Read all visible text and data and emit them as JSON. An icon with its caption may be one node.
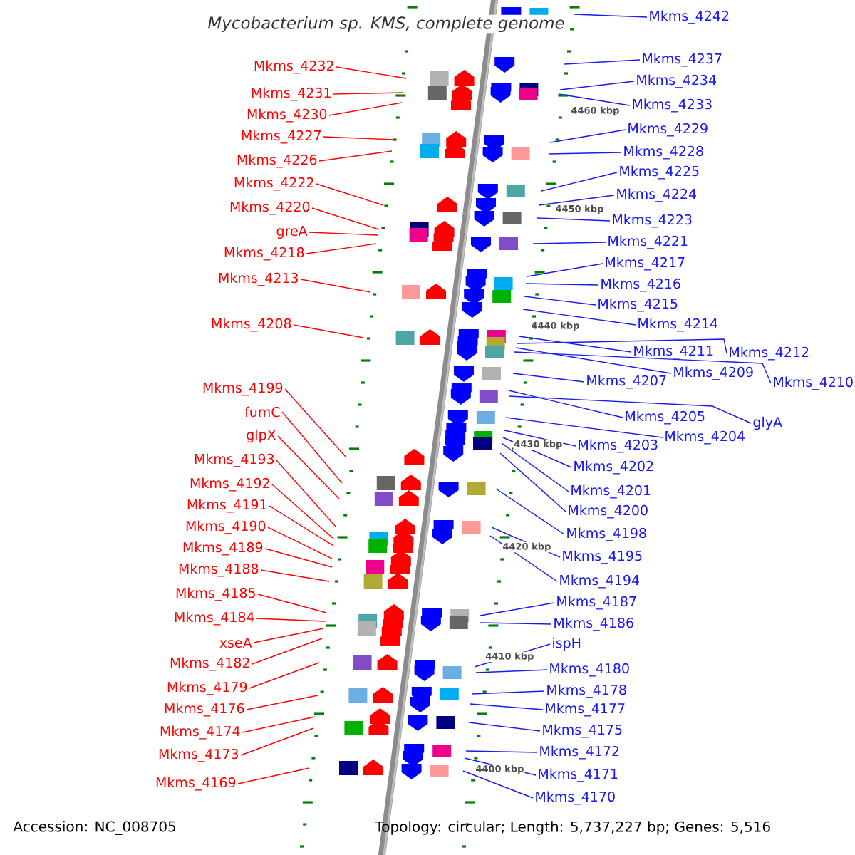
{
  "diagram": {
    "title": "Mycobacterium sp. KMS, complete genome",
    "nodes": [
      {
        "text": [
          "Mkms_4232"
        ]
      },
      {
        "text": [
          "Mkms_4231"
        ]
      },
      {
        "text": [
          "Mkms_4230"
        ]
      },
      {
        "text": [
          "Mkms_4227"
        ]
      },
      {
        "text": [
          "Mkms_4226"
        ]
      },
      {
        "text": [
          "Mkms_4222"
        ]
      },
      {
        "text": [
          "Mkms_4220"
        ]
      },
      {
        "text": [
          "greA"
        ]
      },
      {
        "text": [
          "Mkms_4218"
        ]
      },
      {
        "text": [
          "Mkms_4213"
        ]
      },
      {
        "text": [
          "Mkms_4208"
        ]
      },
      {
        "text": [
          "Mkms_4199"
        ]
      },
      {
        "text": [
          "fumC"
        ]
      },
      {
        "text": [
          "glpX"
        ]
      },
      {
        "text": [
          "Mkms_4193"
        ]
      },
      {
        "text": [
          "Mkms_4192"
        ]
      },
      {
        "text": [
          "Mkms_4191"
        ]
      },
      {
        "text": [
          "Mkms_4190"
        ]
      },
      {
        "text": [
          "Mkms_4189"
        ]
      },
      {
        "text": [
          "Mkms_4188"
        ]
      },
      {
        "text": [
          "Mkms_4185"
        ]
      },
      {
        "text": [
          "Mkms_4184"
        ]
      },
      {
        "text": [
          "xseA"
        ]
      },
      {
        "text": [
          "Mkms_4182"
        ]
      },
      {
        "text": [
          "Mkms_4179"
        ]
      },
      {
        "text": [
          "Mkms_4176"
        ]
      },
      {
        "text": [
          "Mkms_4174"
        ]
      },
      {
        "text": [
          "Mkms_4173"
        ]
      },
      {
        "text": [
          "Mkms_4169"
        ]
      },
      {
        "text": [
          "Mkms_4242"
        ]
      },
      {
        "text": [
          "Mkms_4237"
        ]
      },
      {
        "text": [
          "Mkms_4234"
        ]
      },
      {
        "text": [
          "Mkms_4233"
        ]
      },
      {
        "text": [
          "Mkms_4229"
        ]
      },
      {
        "text": [
          "Mkms_4228"
        ]
      },
      {
        "text": [
          "Mkms_4225"
        ]
      },
      {
        "text": [
          "Mkms_4224"
        ]
      },
      {
        "text": [
          "Mkms_4223"
        ]
      },
      {
        "text": [
          "Mkms_4221"
        ]
      },
      {
        "text": [
          "Mkms_4217"
        ]
      },
      {
        "text": [
          "Mkms_4216"
        ]
      },
      {
        "text": [
          "Mkms_4215"
        ]
      },
      {
        "text": [
          "Mkms_4214"
        ]
      },
      {
        "text": [
          "Mkms_4211"
        ]
      },
      {
        "text": [
          "Mkms_4212"
        ]
      },
      {
        "text": [
          "Mkms_4209"
        ]
      },
      {
        "text": [
          "Mkms_4210"
        ]
      },
      {
        "text": [
          "Mkms_4207"
        ]
      },
      {
        "text": [
          "Mkms_4205"
        ]
      },
      {
        "text": [
          "glyA"
        ]
      },
      {
        "text": [
          "Mkms_4204"
        ]
      },
      {
        "text": [
          "Mkms_4203"
        ]
      },
      {
        "text": [
          "Mkms_4202"
        ]
      },
      {
        "text": [
          "Mkms_4201"
        ]
      },
      {
        "text": [
          "Mkms_4200"
        ]
      },
      {
        "text": [
          "Mkms_4198"
        ]
      },
      {
        "text": [
          "Mkms_4195"
        ]
      },
      {
        "text": [
          "Mkms_4194"
        ]
      },
      {
        "text": [
          "Mkms_4187"
        ]
      },
      {
        "text": [
          "Mkms_4186"
        ]
      },
      {
        "text": [
          "ispH"
        ]
      },
      {
        "text": [
          "Mkms_4180"
        ]
      },
      {
        "text": [
          "Mkms_4178"
        ]
      },
      {
        "text": [
          "Mkms_4177"
        ]
      },
      {
        "text": [
          "Mkms_4175"
        ]
      },
      {
        "text": [
          "Mkms_4172"
        ]
      },
      {
        "text": [
          "Mkms_4171"
        ]
      },
      {
        "text": [
          "Mkms_4170"
        ]
      }
    ],
    "edges": [
      {
        "from": 0,
        "to": null,
        "arrow": "none",
        "color": "#ff0000"
      },
      {
        "from": 1,
        "to": null,
        "arrow": "none",
        "color": "#ff0000"
      },
      {
        "from": 2,
        "to": null,
        "arrow": "none",
        "color": "#ff0000"
      },
      {
        "from": 3,
        "to": null,
        "arrow": "none",
        "color": "#ff0000"
      },
      {
        "from": 4,
        "to": null,
        "arrow": "none",
        "color": "#ff0000"
      },
      {
        "from": 5,
        "to": null,
        "arrow": "none",
        "color": "#ff0000"
      },
      {
        "from": 6,
        "to": null,
        "arrow": "none",
        "color": "#ff0000"
      },
      {
        "from": 7,
        "to": null,
        "arrow": "none",
        "color": "#ff0000"
      },
      {
        "from": 8,
        "to": null,
        "arrow": "none",
        "color": "#ff0000"
      },
      {
        "from": 9,
        "to": null,
        "arrow": "none",
        "color": "#ff0000"
      },
      {
        "from": 10,
        "to": null,
        "arrow": "none",
        "color": "#ff0000"
      },
      {
        "from": 11,
        "to": null,
        "arrow": "none",
        "color": "#ff0000"
      },
      {
        "from": 12,
        "to": null,
        "arrow": "none",
        "color": "#ff0000"
      },
      {
        "from": 13,
        "to": null,
        "arrow": "none",
        "color": "#ff0000"
      },
      {
        "from": 14,
        "to": null,
        "arrow": "none",
        "color": "#ff0000"
      },
      {
        "from": 15,
        "to": null,
        "arrow": "none",
        "color": "#ff0000"
      },
      {
        "from": 16,
        "to": null,
        "arrow": "none",
        "color": "#ff0000"
      },
      {
        "from": 17,
        "to": null,
        "arrow": "none",
        "color": "#ff0000"
      },
      {
        "from": 18,
        "to": null,
        "arrow": "none",
        "color": "#ff0000"
      },
      {
        "from": 19,
        "to": null,
        "arrow": "none",
        "color": "#ff0000"
      },
      {
        "from": 20,
        "to": null,
        "arrow": "none",
        "color": "#ff0000"
      },
      {
        "from": 21,
        "to": null,
        "arrow": "none",
        "color": "#ff0000"
      },
      {
        "from": 22,
        "to": null,
        "arrow": "none",
        "color": "#ff0000"
      },
      {
        "from": 23,
        "to": null,
        "arrow": "none",
        "color": "#ff0000"
      },
      {
        "from": 24,
        "to": null,
        "arrow": "none",
        "color": "#ff0000"
      },
      {
        "from": 25,
        "to": null,
        "arrow": "none",
        "color": "#ff0000"
      },
      {
        "from": 26,
        "to": null,
        "arrow": "none",
        "color": "#ff0000"
      },
      {
        "from": 27,
        "to": null,
        "arrow": "none",
        "color": "#ff0000"
      },
      {
        "from": 28,
        "to": null,
        "arrow": "none",
        "color": "#ff0000"
      },
      {
        "from": 29,
        "to": null,
        "arrow": "none"
      },
      {
        "from": 30,
        "to": null,
        "arrow": "none"
      },
      {
        "from": 31,
        "to": null,
        "arrow": "none"
      },
      {
        "from": 32,
        "to": null,
        "arrow": "none"
      },
      {
        "from": 33,
        "to": null,
        "arrow": "none"
      },
      {
        "from": 34,
        "to": null,
        "arrow": "none"
      },
      {
        "from": 35,
        "to": null,
        "arrow": "none"
      },
      {
        "from": 36,
        "to": null,
        "arrow": "none"
      },
      {
        "from": 37,
        "to": null,
        "arrow": "none"
      },
      {
        "from": 38,
        "to": null,
        "arrow": "none"
      },
      {
        "from": 39,
        "to": null,
        "arrow": "none"
      },
      {
        "from": 40,
        "to": null,
        "arrow": "none"
      },
      {
        "from": 41,
        "to": null,
        "arrow": "none"
      },
      {
        "from": 42,
        "to": null,
        "arrow": "none"
      },
      {
        "from": 43,
        "to": null,
        "arrow": "none"
      },
      {
        "from": 44,
        "to": null,
        "arrow": "none"
      },
      {
        "from": 45,
        "to": null,
        "arrow": "none"
      },
      {
        "from": 46,
        "to": null,
        "arrow": "none"
      },
      {
        "from": 47,
        "to": null,
        "arrow": "none"
      },
      {
        "from": 48,
        "to": null,
        "arrow": "none"
      },
      {
        "from": 49,
        "to": null,
        "arrow": "none"
      },
      {
        "from": 50,
        "to": null,
        "arrow": "none"
      },
      {
        "from": 51,
        "to": null,
        "arrow": "none"
      },
      {
        "from": 52,
        "to": null,
        "arrow": "none"
      },
      {
        "from": 53,
        "to": null,
        "arrow": "none"
      },
      {
        "from": 54,
        "to": null,
        "arrow": "none"
      },
      {
        "from": 55,
        "to": null,
        "arrow": "none"
      },
      {
        "from": 56,
        "to": null,
        "arrow": "none"
      },
      {
        "from": 57,
        "to": null,
        "arrow": "none"
      },
      {
        "from": 58,
        "to": null,
        "arrow": "none"
      },
      {
        "from": 59,
        "to": null,
        "arrow": "none"
      },
      {
        "from": 60,
        "to": null,
        "arrow": "none"
      },
      {
        "from": 61,
        "to": null,
        "arrow": "none"
      },
      {
        "from": 62,
        "to": null,
        "arrow": "none"
      },
      {
        "from": 63,
        "to": null,
        "arrow": "none"
      },
      {
        "from": 64,
        "to": null,
        "arrow": "none"
      },
      {
        "from": 65,
        "to": null,
        "arrow": "none"
      },
      {
        "from": 66,
        "to": null,
        "arrow": "none"
      },
      {
        "from": 67,
        "to": null,
        "arrow": "none"
      }
    ],
    "labels": [
      "4460 kbp",
      "4450 kbp",
      "4440 kbp",
      "4430 kbp",
      "4420 kbp",
      "4410 kbp",
      "4400 kbp",
      "Accession: NC_008705",
      "Topology: circular; Length: 5,737,227 bp; Genes: 5,516"
    ]
  }
}
